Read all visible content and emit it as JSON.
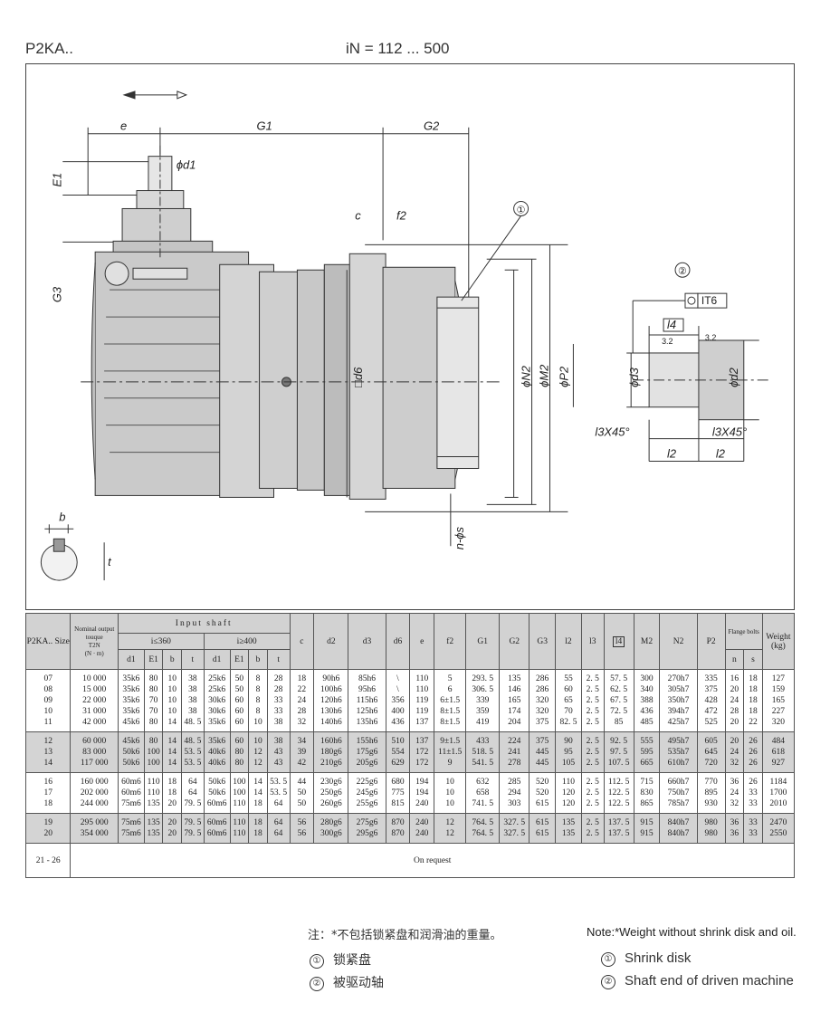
{
  "header": {
    "model": "P2KA..",
    "ratio": "iN = 112 ... 500"
  },
  "drawing": {
    "labels": {
      "e": "e",
      "g1": "G1",
      "g2": "G2",
      "e1": "E1",
      "g3": "G3",
      "d1": "ϕd1",
      "c": "c",
      "f2": "f2",
      "d6": "□d6",
      "n2": "ϕN2",
      "m2": "ϕM2",
      "p2": "ϕP2",
      "ns": "n-ϕs",
      "b": "b",
      "t": "t",
      "circle1": "①",
      "circle2": "②",
      "it6": "IT6",
      "l4": "l4",
      "rough1": "3.2",
      "rough2": "3.2",
      "d3": "ϕd3",
      "d2": "ϕd2",
      "l3x45a": "l3X45°",
      "l3x45b": "l3X45°",
      "l2a": "l2",
      "l2b": "l2"
    }
  },
  "table": {
    "head": {
      "size": "P2KA.. Size",
      "nominal": "Nominal output touque",
      "t2n": "T2N",
      "unit": "(N · m)",
      "input_shaft": "Input shaft",
      "ratio_low": "i≤360",
      "ratio_high": "i≥400",
      "cols_input": [
        "d1",
        "E1",
        "b",
        "t",
        "d1",
        "E1",
        "b",
        "t"
      ],
      "cols_rest": [
        "c",
        "d2",
        "d3",
        "d6",
        "e",
        "f2",
        "G1",
        "G2",
        "G3",
        "l2",
        "l3",
        "l4",
        "M2",
        "N2",
        "P2"
      ],
      "flange": "Flange bolts",
      "n": "n",
      "s": "s",
      "weight": "Weight",
      "weight_unit": "(kg)"
    },
    "groups": [
      {
        "size": [
          "07",
          "08",
          "09",
          "10",
          "11"
        ],
        "t2n": [
          "10 000",
          "15 000",
          "22 000",
          "31 000",
          "42 000"
        ],
        "d1a": [
          "35k6",
          "35k6",
          "35k6",
          "35k6",
          "45k6"
        ],
        "e1a": [
          "80",
          "80",
          "70",
          "70",
          "80"
        ],
        "ba": [
          "10",
          "10",
          "10",
          "10",
          "14"
        ],
        "ta": [
          "38",
          "38",
          "38",
          "38",
          "48. 5"
        ],
        "d1b": [
          "25k6",
          "25k6",
          "30k6",
          "30k6",
          "35k6"
        ],
        "e1b": [
          "50",
          "50",
          "60",
          "60",
          "60"
        ],
        "bb": [
          "8",
          "8",
          "8",
          "8",
          "10"
        ],
        "tb": [
          "28",
          "28",
          "33",
          "33",
          "38"
        ],
        "c": [
          "18",
          "22",
          "24",
          "28",
          "32"
        ],
        "d2": [
          "90h6",
          "100h6",
          "120h6",
          "130h6",
          "140h6"
        ],
        "d3": [
          "85h6",
          "95h6",
          "115h6",
          "125h6",
          "135h6"
        ],
        "d6": [
          "\\",
          "\\",
          "356",
          "400",
          "436"
        ],
        "e": [
          "110",
          "110",
          "119",
          "119",
          "137"
        ],
        "f2": [
          "5",
          "6",
          "6±1.5",
          "8±1.5",
          "8±1.5"
        ],
        "g1": [
          "293. 5",
          "306. 5",
          "339",
          "359",
          "419"
        ],
        "g2": [
          "135",
          "146",
          "165",
          "174",
          "204"
        ],
        "g3": [
          "286",
          "286",
          "320",
          "320",
          "375"
        ],
        "l2": [
          "55",
          "60",
          "65",
          "70",
          "82. 5"
        ],
        "l3": [
          "2. 5",
          "2. 5",
          "2. 5",
          "2. 5",
          "2. 5"
        ],
        "l4": [
          "57. 5",
          "62. 5",
          "67. 5",
          "72. 5",
          "85"
        ],
        "m2": [
          "300",
          "340",
          "388",
          "436",
          "485"
        ],
        "n2": [
          "270h7",
          "305h7",
          "350h7",
          "394h7",
          "425h7"
        ],
        "p2": [
          "335",
          "375",
          "428",
          "472",
          "525"
        ],
        "n": [
          "16",
          "20",
          "24",
          "28",
          "20"
        ],
        "s": [
          "18",
          "18",
          "18",
          "18",
          "22"
        ],
        "w": [
          "127",
          "159",
          "165",
          "227",
          "320"
        ]
      },
      {
        "size": [
          "12",
          "13",
          "14"
        ],
        "t2n": [
          "60 000",
          "83 000",
          "117 000"
        ],
        "d1a": [
          "45k6",
          "50k6",
          "50k6"
        ],
        "e1a": [
          "80",
          "100",
          "100"
        ],
        "ba": [
          "14",
          "14",
          "14"
        ],
        "ta": [
          "48. 5",
          "53. 5",
          "53. 5"
        ],
        "d1b": [
          "35k6",
          "40k6",
          "40k6"
        ],
        "e1b": [
          "60",
          "80",
          "80"
        ],
        "bb": [
          "10",
          "12",
          "12"
        ],
        "tb": [
          "38",
          "43",
          "43"
        ],
        "c": [
          "34",
          "39",
          "42"
        ],
        "d2": [
          "160h6",
          "180g6",
          "210g6"
        ],
        "d3": [
          "155h6",
          "175g6",
          "205g6"
        ],
        "d6": [
          "510",
          "554",
          "629"
        ],
        "e": [
          "137",
          "172",
          "172"
        ],
        "f2": [
          "9±1.5",
          "11±1.5",
          "9"
        ],
        "g1": [
          "433",
          "518. 5",
          "541. 5"
        ],
        "g2": [
          "224",
          "241",
          "278"
        ],
        "g3": [
          "375",
          "445",
          "445"
        ],
        "l2": [
          "90",
          "95",
          "105"
        ],
        "l3": [
          "2. 5",
          "2. 5",
          "2. 5"
        ],
        "l4": [
          "92. 5",
          "97. 5",
          "107. 5"
        ],
        "m2": [
          "555",
          "595",
          "665"
        ],
        "n2": [
          "495h7",
          "535h7",
          "610h7"
        ],
        "p2": [
          "605",
          "645",
          "720"
        ],
        "n": [
          "20",
          "24",
          "32"
        ],
        "s": [
          "26",
          "26",
          "26"
        ],
        "w": [
          "484",
          "618",
          "927"
        ]
      },
      {
        "size": [
          "16",
          "17",
          "18"
        ],
        "t2n": [
          "160 000",
          "202 000",
          "244 000"
        ],
        "d1a": [
          "60m6",
          "60m6",
          "75m6"
        ],
        "e1a": [
          "110",
          "110",
          "135"
        ],
        "ba": [
          "18",
          "18",
          "20"
        ],
        "ta": [
          "64",
          "64",
          "79. 5"
        ],
        "d1b": [
          "50k6",
          "50k6",
          "60m6"
        ],
        "e1b": [
          "100",
          "100",
          "110"
        ],
        "bb": [
          "14",
          "14",
          "18"
        ],
        "tb": [
          "53. 5",
          "53. 5",
          "64"
        ],
        "c": [
          "44",
          "50",
          "50"
        ],
        "d2": [
          "230g6",
          "250g6",
          "260g6"
        ],
        "d3": [
          "225g6",
          "245g6",
          "255g6"
        ],
        "d6": [
          "680",
          "775",
          "815"
        ],
        "e": [
          "194",
          "194",
          "240"
        ],
        "f2": [
          "10",
          "10",
          "10"
        ],
        "g1": [
          "632",
          "658",
          "741. 5"
        ],
        "g2": [
          "285",
          "294",
          "303"
        ],
        "g3": [
          "520",
          "520",
          "615"
        ],
        "l2": [
          "110",
          "120",
          "120"
        ],
        "l3": [
          "2. 5",
          "2. 5",
          "2. 5"
        ],
        "l4": [
          "112. 5",
          "122. 5",
          "122. 5"
        ],
        "m2": [
          "715",
          "830",
          "865"
        ],
        "n2": [
          "660h7",
          "750h7",
          "785h7"
        ],
        "p2": [
          "770",
          "895",
          "930"
        ],
        "n": [
          "36",
          "24",
          "32"
        ],
        "s": [
          "26",
          "33",
          "33"
        ],
        "w": [
          "1184",
          "1700",
          "2010"
        ]
      },
      {
        "size": [
          "19",
          "20"
        ],
        "t2n": [
          "295 000",
          "354 000"
        ],
        "d1a": [
          "75m6",
          "75m6"
        ],
        "e1a": [
          "135",
          "135"
        ],
        "ba": [
          "20",
          "20"
        ],
        "ta": [
          "79. 5",
          "79. 5"
        ],
        "d1b": [
          "60m6",
          "60m6"
        ],
        "e1b": [
          "110",
          "110"
        ],
        "bb": [
          "18",
          "18"
        ],
        "tb": [
          "64",
          "64"
        ],
        "c": [
          "56",
          "56"
        ],
        "d2": [
          "280g6",
          "300g6"
        ],
        "d3": [
          "275g6",
          "295g6"
        ],
        "d6": [
          "870",
          "870"
        ],
        "e": [
          "240",
          "240"
        ],
        "f2": [
          "12",
          "12"
        ],
        "g1": [
          "764. 5",
          "764. 5"
        ],
        "g2": [
          "327. 5",
          "327. 5"
        ],
        "g3": [
          "615",
          "615"
        ],
        "l2": [
          "135",
          "135"
        ],
        "l3": [
          "2. 5",
          "2. 5"
        ],
        "l4": [
          "137. 5",
          "137. 5"
        ],
        "m2": [
          "915",
          "915"
        ],
        "n2": [
          "840h7",
          "840h7"
        ],
        "p2": [
          "980",
          "980"
        ],
        "n": [
          "36",
          "36"
        ],
        "s": [
          "33",
          "33"
        ],
        "w": [
          "2470",
          "2550"
        ]
      }
    ],
    "footer_size": "21 - 26",
    "footer_text": "On request"
  },
  "notes": {
    "cn": "注：*不包括锁紧盘和润滑油的重量。",
    "en": "Note:*Weight without shrink disk and oil.",
    "legend_cn": [
      "锁紧盘",
      "被驱动轴"
    ],
    "legend_en": [
      "Shrink disk",
      "Shaft end of driven machine"
    ],
    "legend_marks": [
      "①",
      "②"
    ]
  }
}
